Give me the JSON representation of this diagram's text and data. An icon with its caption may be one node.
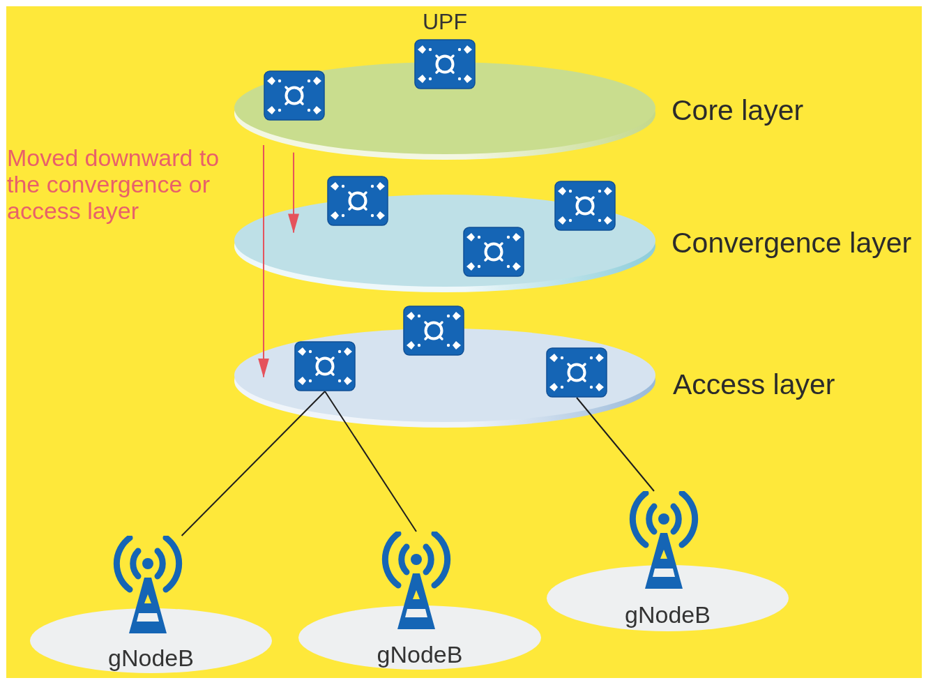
{
  "diagram": {
    "nodes": [
      {
        "text": [],
        "shape": "ellipse",
        "beside": [
          "Core layer"
        ]
      },
      {
        "text": [
          "UPF"
        ]
      },
      {
        "text": [],
        "shape": "picture",
        "in": 0
      },
      {
        "text": [],
        "shape": "ellipse",
        "beside": [
          "Convergence layer"
        ]
      },
      {
        "text": [],
        "shape": "picture"
      },
      {
        "text": [],
        "shape": "picture"
      },
      {
        "text": [],
        "shape": "picture",
        "in": 3
      },
      {
        "text": [],
        "shape": "ellipse",
        "beside": [
          "Access layer"
        ]
      },
      {
        "text": [],
        "shape": "picture"
      },
      {
        "text": [],
        "shape": "picture",
        "in": 7
      },
      {
        "text": [],
        "shape": "picture",
        "in": 7
      },
      {
        "text": [],
        "shape": "picture"
      },
      {
        "text": [
          "gNodeB"
        ]
      },
      {
        "text": [],
        "shape": "picture"
      },
      {
        "text": [
          "gNodeB"
        ]
      },
      {
        "text": [],
        "shape": "picture"
      },
      {
        "text": [
          "gNodeB"
        ]
      }
    ],
    "edges": [
      {
        "from": 0,
        "to": 3,
        "arrow": "to",
        "color": "#e5525c"
      },
      {
        "from": 0,
        "to": 7,
        "arrow": "to",
        "color": "#e5525c"
      },
      {
        "from": 9,
        "to": 11,
        "arrow": "none"
      },
      {
        "from": 9,
        "to": 13,
        "arrow": "none"
      },
      {
        "from": 10,
        "to": 15,
        "arrow": "none"
      }
    ],
    "labels": [
      "Moved downward to the convergence or access layer"
    ]
  }
}
